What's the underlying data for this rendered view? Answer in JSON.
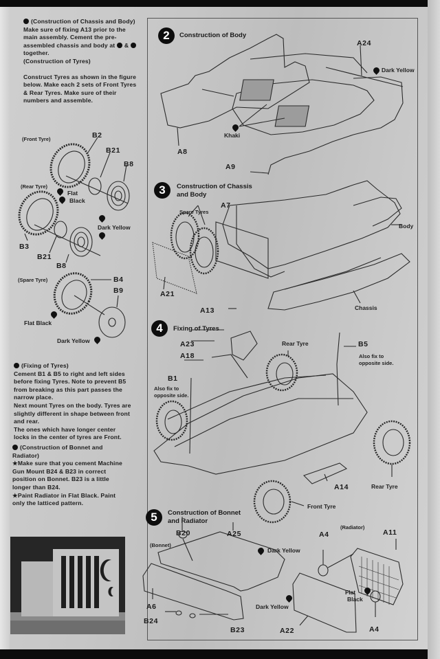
{
  "document": {
    "type": "model kit assembly instructions",
    "vehicle": "Jeep"
  },
  "left_column": {
    "intro": {
      "step_ref": "3",
      "heading": "(Construction of Chassis and Body)",
      "body": "Make sure of fixing A13 prior to the main assembly. Cement the pre-assembled chassis and body at",
      "body_refs": [
        "1",
        "2"
      ],
      "body_end": "together.",
      "subheading": "(Construction of Tyres)",
      "tyres_body": "Construct Tyres as shown in the figure below. Make each 2 sets of Front Tyres & Rear Tyres. Make sure of their numbers and assemble."
    },
    "tyre_diagram": {
      "front_tyre_label": "(Front Tyre)",
      "rear_tyre_label": "(Rear Tyre)",
      "spare_tyre_label": "(Spare Tyre)",
      "parts": {
        "b2": "B2",
        "b21_top": "B21",
        "b8_top": "B8",
        "b3": "B3",
        "b21_bottom": "B21",
        "b8_bottom": "B8",
        "b4": "B4",
        "b9": "B9"
      },
      "paint": {
        "flat_black_1": "Flat",
        "flat_black_2": "Black",
        "dark_yellow_1": "Dark Yellow",
        "flat_black_spare": "Flat Black",
        "dark_yellow_spare": "Dark Yellow"
      }
    },
    "step4_notes": {
      "step_ref": "4",
      "heading": "(Fixing of Tyres)",
      "p1": "Cement B1 & B5 to right and left sides before fixing Tyres. Note to prevent B5 from breaking as this part passes the narrow place.",
      "p2": "Next mount Tyres on the body. Tyres are slightly different in shape between front and rear.",
      "p3": "The ones which have longer center locks in the center of tyres are Front."
    },
    "step5_notes": {
      "step_ref": "5",
      "heading": "(Construction of Bonnet and Radiator)",
      "p1": "★Make sure that you cement Machine Gun Mount B24 & B23 in correct position on Bonnet. B23 is a little longer than B24.",
      "p2": "★Paint Radiator in Flat Black. Paint only the latticed pattern."
    },
    "photo": {
      "alt": "Reference photo of jeep radiator grille"
    }
  },
  "steps": [
    {
      "number": "2",
      "title": "Construction of Body",
      "labels": {
        "a24": "A24",
        "a8": "A8",
        "a9": "A9",
        "khaki": "Khaki",
        "dark_yellow": "Dark Yellow"
      }
    },
    {
      "number": "3",
      "title_l1": "Construction of Chassis",
      "title_l2": "and Body",
      "labels": {
        "spare_tyres": "Spare Tyres",
        "a7": "A7",
        "body": "Body",
        "a21": "A21",
        "a13": "A13",
        "chassis": "Chassis"
      }
    },
    {
      "number": "4",
      "title": "Fixing of Tyres",
      "labels": {
        "a23": "A23",
        "a18": "A18",
        "rear_tyre_top": "Rear Tyre",
        "b5": "B5",
        "b5_note_1": "Also fix to",
        "b5_note_2": "opposite side.",
        "b1": "B1",
        "b1_note_1": "Also fix to",
        "b1_note_2": "opposite side.",
        "a14": "A14",
        "rear_tyre_right": "Rear Tyre",
        "front_tyre": "Front Tyre"
      }
    },
    {
      "number": "5",
      "title_l1": "Construction of Bonnet",
      "title_l2": "and Radiator",
      "labels": {
        "b20": "B20",
        "bonnet": "(Bonnet)",
        "a25": "A25",
        "dark_yellow_bonnet": "Dark Yellow",
        "a6": "A6",
        "b24": "B24",
        "b23": "B23",
        "radiator": "(Radiator)",
        "a4_top": "A4",
        "a11": "A11",
        "flat_1": "Flat",
        "flat_2": "Black",
        "dark_yellow_grille": "Dark Yellow",
        "a22": "A22",
        "a4_bottom": "A4"
      }
    }
  ]
}
